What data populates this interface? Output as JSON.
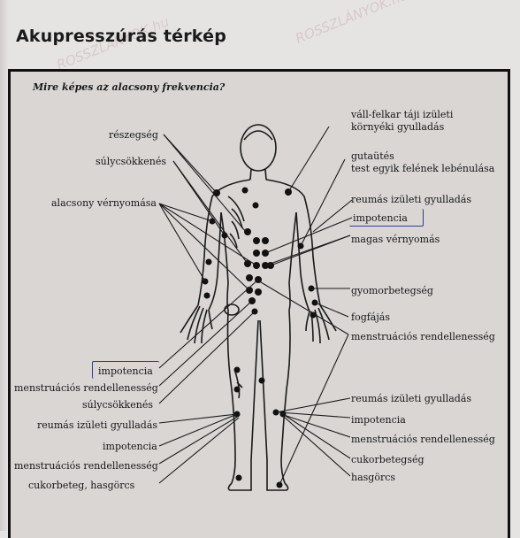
{
  "page": {
    "title": "Akupresszúrás térkép",
    "watermark_text": "ROSSZLÁNYOK.hu"
  },
  "map": {
    "subtitle": "Mire képes az alacsony frekvencia?",
    "labels_left_top": [
      "részegség",
      "súlycsökkenés",
      "alacsony vérnyomása"
    ],
    "labels_right_top": [
      "váll-felkar táji izületi",
      "környéki gyulladás",
      "gutaütés",
      "test egyik felének lebénulása",
      "reumás izületi gyulladás",
      "impotencia",
      "magas vérnyomás",
      "gyomorbetegség",
      "fogfájás",
      "menstruációs rendellenesség"
    ],
    "labels_left_bottom": [
      "impotencia",
      "menstruációs rendellenesség",
      "súlycsökkenés",
      "reumás izületi gyulladás",
      "impotencia",
      "menstruációs rendellenesség",
      "cukorbeteg, hasgörcs"
    ],
    "labels_right_bottom": [
      "reumás izületi gyulladás",
      "impotencia",
      "menstruációs rendellenesség",
      "cukorbetegség",
      "hasgörcs"
    ],
    "highlight_color": "#2e3f8a"
  }
}
